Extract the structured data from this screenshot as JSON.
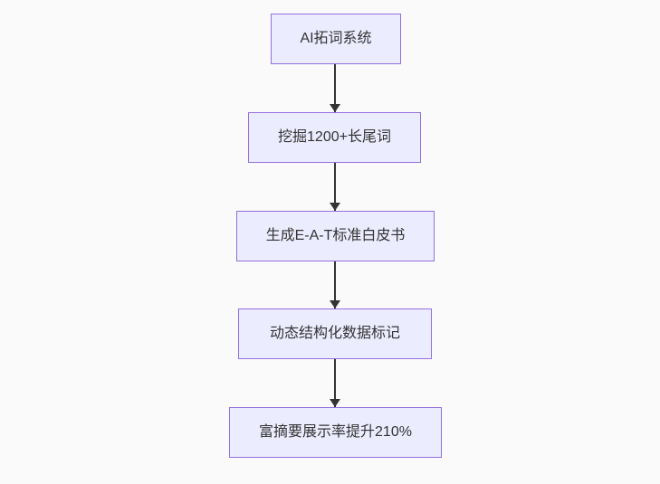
{
  "diagram": {
    "type": "flowchart-top-down",
    "nodes": [
      {
        "label": "AI拓词系统"
      },
      {
        "label": "挖掘1200+长尾词"
      },
      {
        "label": "生成E-A-T标准白皮书"
      },
      {
        "label": "动态结构化数据标记"
      },
      {
        "label": "富摘要展示率提升210%"
      }
    ],
    "edges": [
      {
        "from": 0,
        "to": 1
      },
      {
        "from": 1,
        "to": 2
      },
      {
        "from": 2,
        "to": 3
      },
      {
        "from": 3,
        "to": 4
      }
    ]
  },
  "colors": {
    "background": "#fafafa",
    "node_fill": "#ececff",
    "node_border": "#9370db",
    "arrow": "#333333",
    "text": "#333333"
  }
}
